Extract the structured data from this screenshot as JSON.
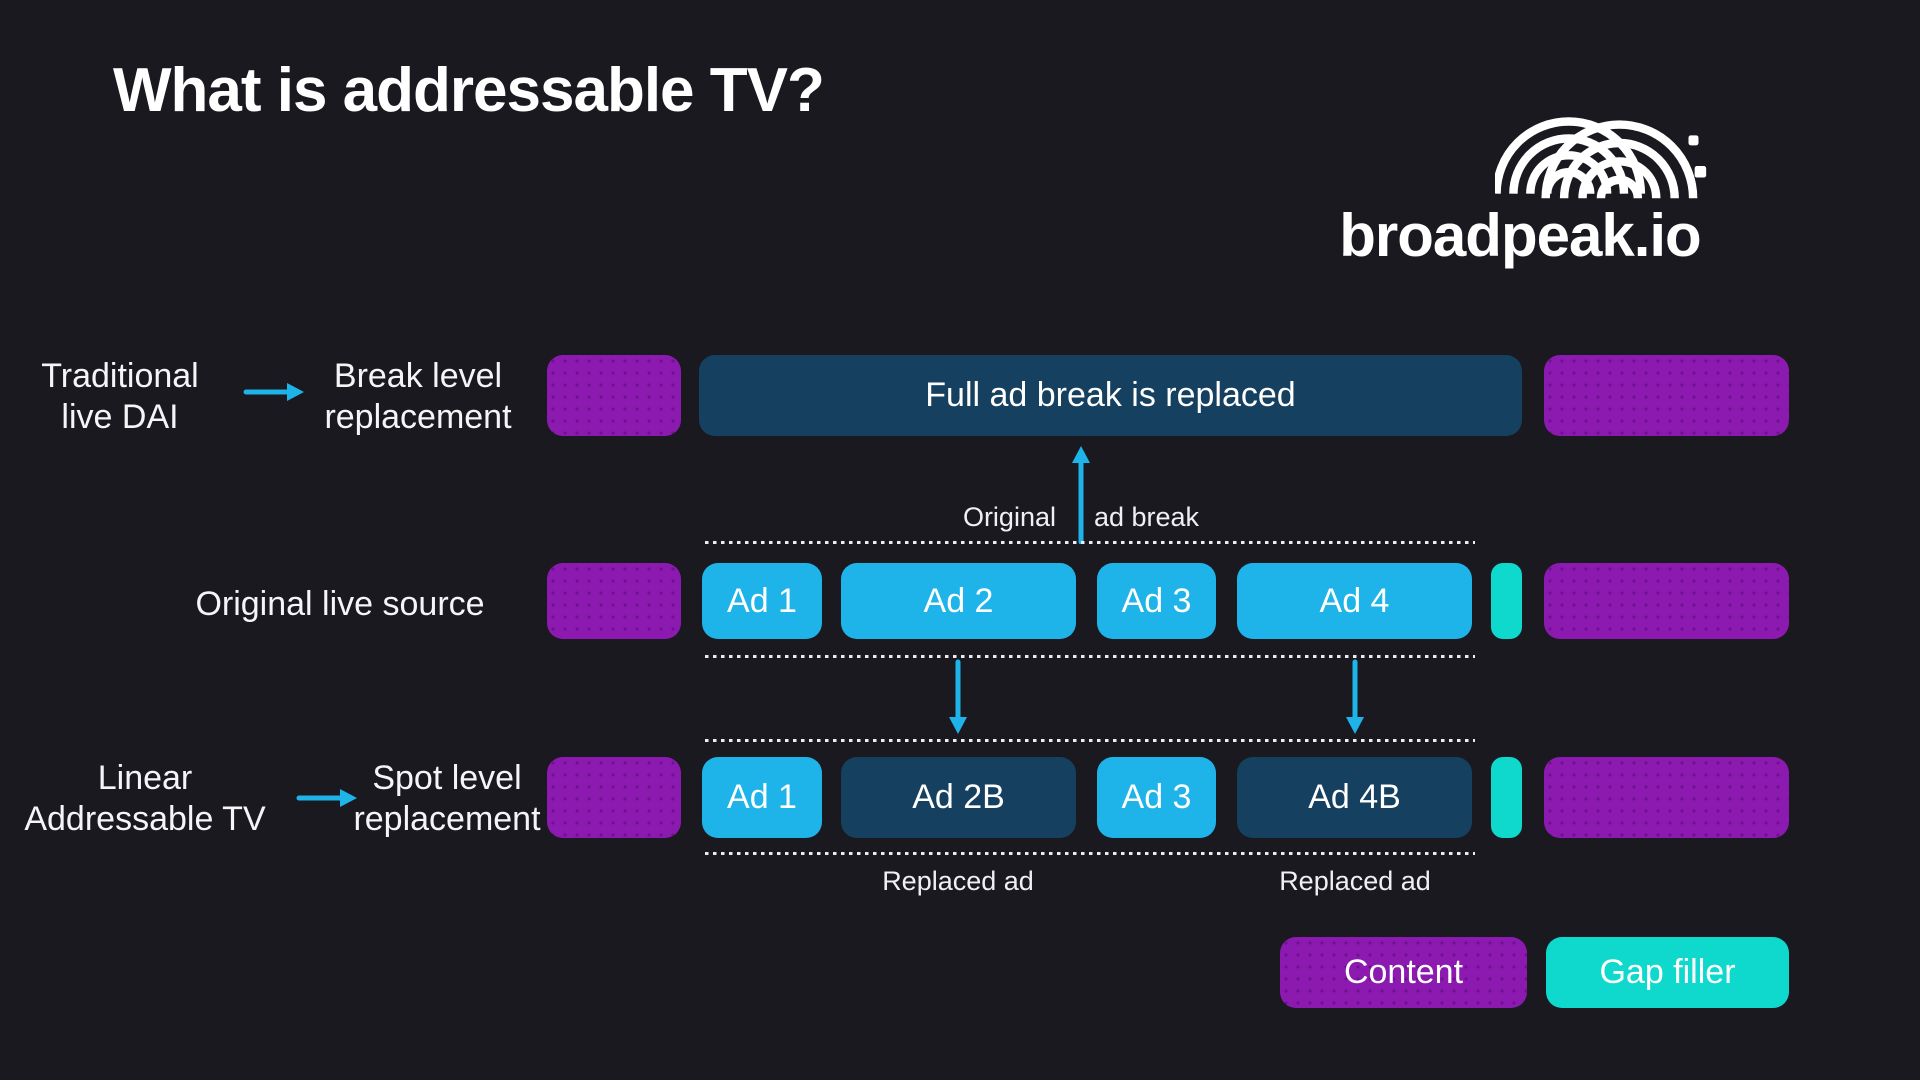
{
  "page": {
    "title": "What is addressable TV?"
  },
  "logo": {
    "text": "broadpeak.io"
  },
  "colors": {
    "background": "#1A1920",
    "content_purple": "#8C1AB1",
    "ad_cyan": "#1EB4E9",
    "replaced_navy": "#16405F",
    "gap_teal": "#0FD8CC",
    "arrow_cyan": "#1EB4E9",
    "text": "#FFFFFF"
  },
  "row1": {
    "left": [
      "Traditional",
      "live DAI"
    ],
    "right": [
      "Break level",
      "replacement"
    ],
    "full_break_label": "Full ad break is replaced"
  },
  "row2": {
    "label": "Original live source",
    "ads": [
      "Ad 1",
      "Ad 2",
      "Ad 3",
      "Ad 4"
    ]
  },
  "row3": {
    "left": [
      "Linear",
      "Addressable TV"
    ],
    "right": [
      "Spot level",
      "replacement"
    ],
    "ads": [
      "Ad 1",
      "Ad 2B",
      "Ad 3",
      "Ad 4B"
    ]
  },
  "annotations": {
    "original": "Original",
    "ad_break": "ad break",
    "replaced_ad": "Replaced ad"
  },
  "legend": {
    "content": "Content",
    "gap_filler": "Gap filler"
  }
}
